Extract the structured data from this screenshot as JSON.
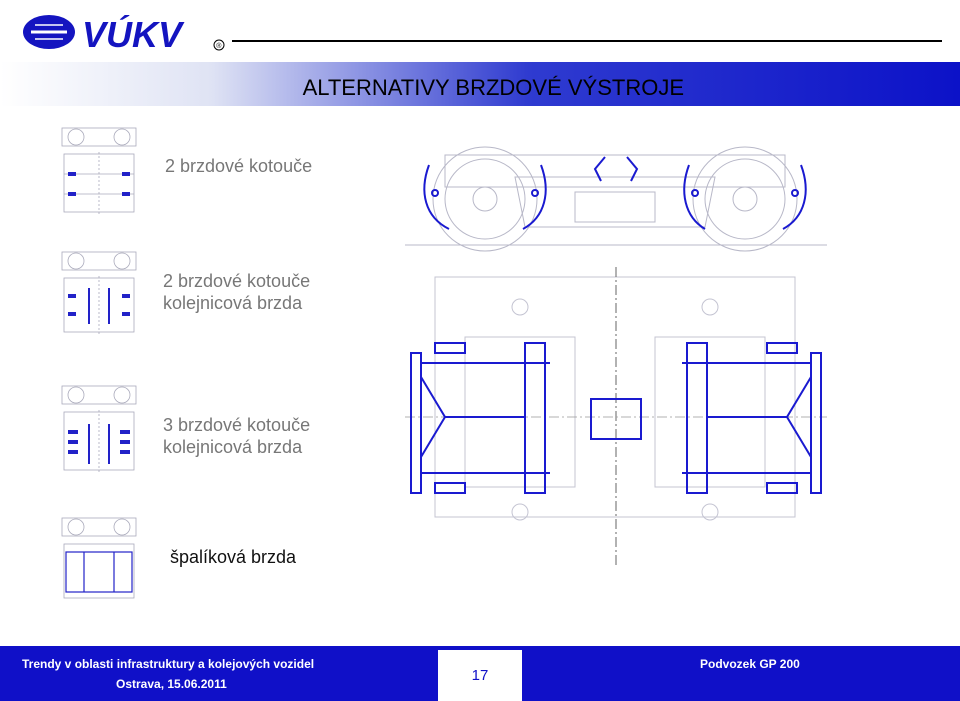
{
  "header": {
    "logo_text": "VÚKV",
    "registered_mark": "®"
  },
  "title": "ALTERNATIVY BRZDOVÉ VÝSTROJE",
  "options": [
    {
      "line1": "2 brzdové kotouče",
      "line2": ""
    },
    {
      "line1": "2 brzdové kotouče",
      "line2": "kolejnicová brzda"
    },
    {
      "line1": "3 brzdové kotouče",
      "line2": "kolejnicová brzda"
    },
    {
      "line1": "špalíková brzda",
      "line2": ""
    }
  ],
  "footer": {
    "line1": "Trendy v oblasti infrastruktury a kolejových vozidel",
    "line2": "Ostrava, 15.06.2011",
    "page_number": "17",
    "right_text": "Podvozek GP 200"
  },
  "colors": {
    "footer_bg": "#1010c8",
    "title_band_end": "#0c12c8",
    "drawing_blue": "#1a1ad0",
    "drawing_gray": "#b8b8c8"
  }
}
